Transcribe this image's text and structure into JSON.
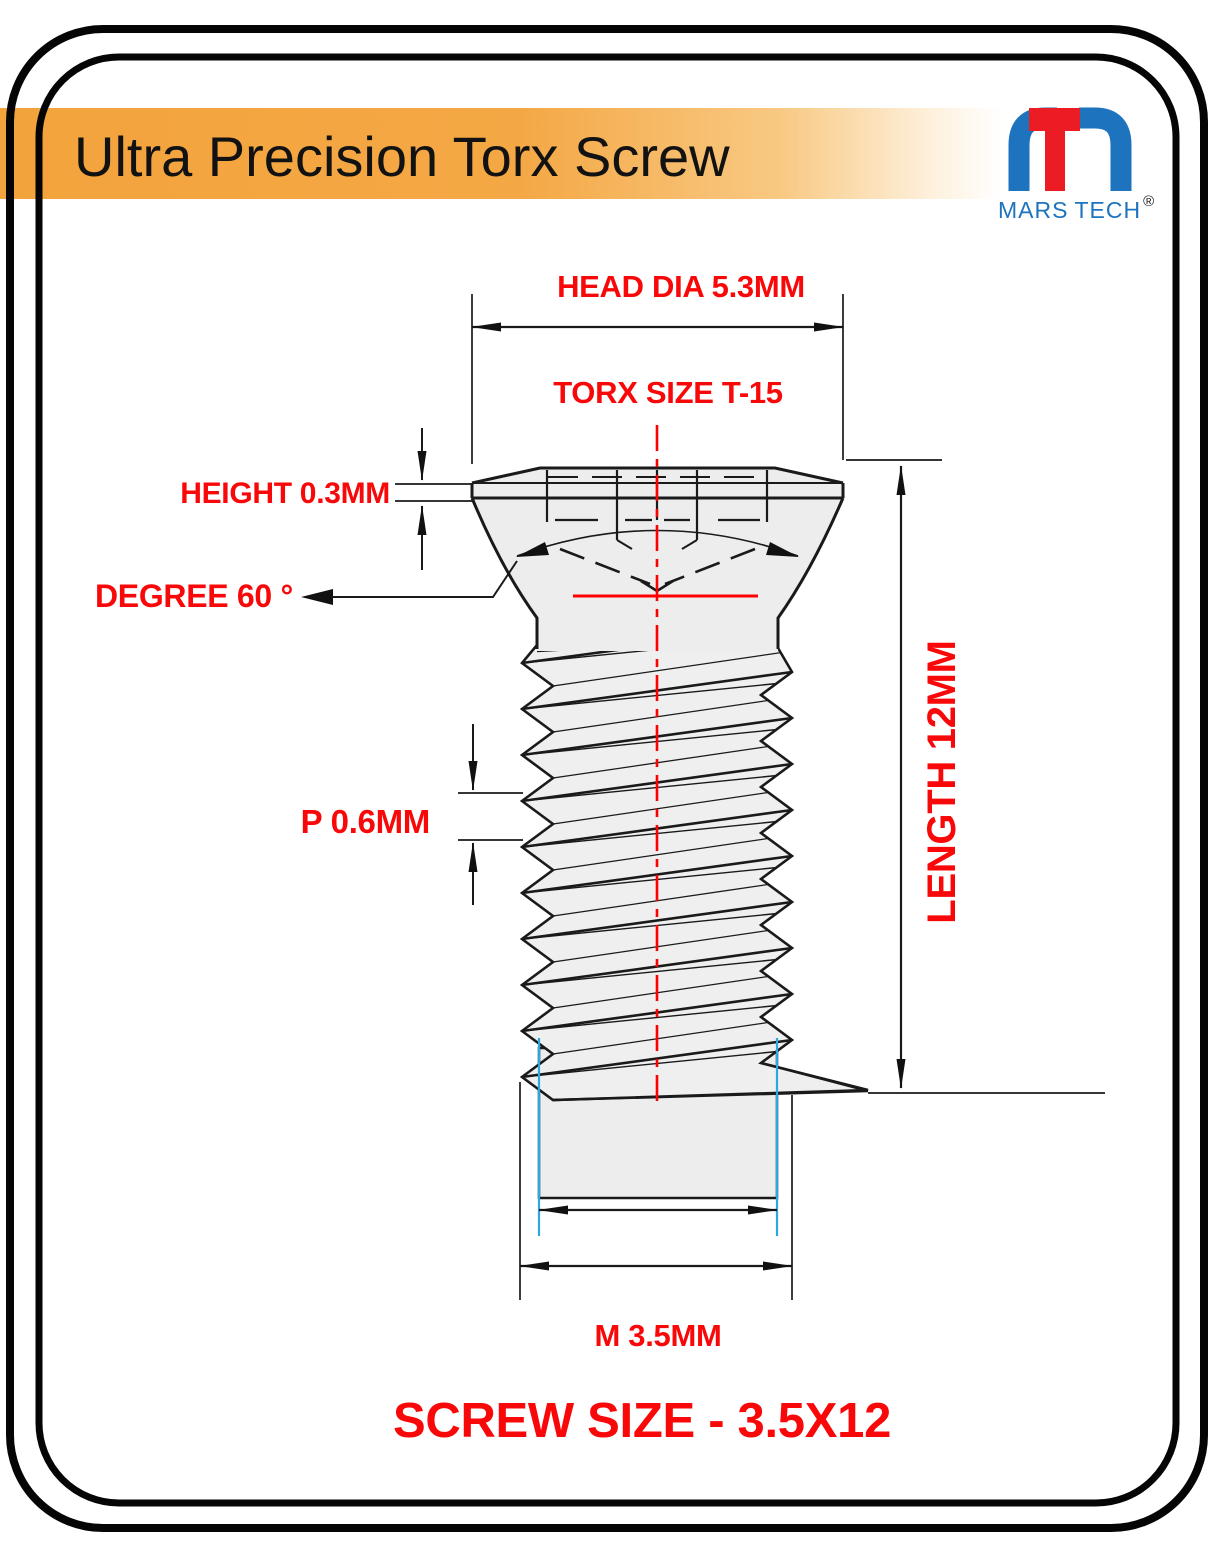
{
  "header": {
    "title": "Ultra Precision Torx Screw"
  },
  "logo": {
    "brand_first": "MARS",
    "brand_second": "TECH",
    "registered": "®"
  },
  "diagram": {
    "labels": {
      "head_dia": "HEAD DIA 5.3MM",
      "torx_size": "TORX SIZE T-15",
      "head_height": "HEIGHT 0.3MM",
      "chamfer_angle": "DEGREE 60 °",
      "thread_pitch": "P 0.6MM",
      "length": "LENGTH 12MM",
      "thread_dia": "M 3.5MM",
      "screw_size": "SCREW SIZE - 3.5X12"
    },
    "colors": {
      "label_red": "#F80808",
      "centerline_red": "#FF0000",
      "line_black": "#1A1A1A",
      "extension_cyan": "#2AA9E0",
      "part_fill": "#EDEDED",
      "band_orange": "#F3A33C",
      "logo_blue": "#1E73BE",
      "logo_red": "#EC1C24"
    }
  }
}
